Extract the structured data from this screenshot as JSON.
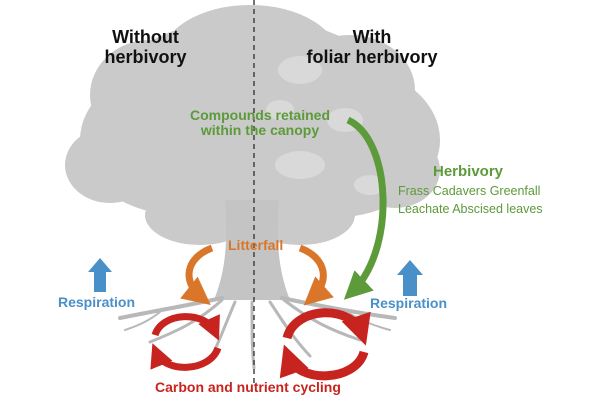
{
  "headings": {
    "left": [
      "Without",
      "herbivory"
    ],
    "right": [
      "With",
      "foliar herbivory"
    ]
  },
  "labels": {
    "retained": [
      "Compounds retained",
      "within the canopy"
    ],
    "herbivory_title": "Herbivory",
    "herbivory_items": [
      "Frass Cadavers Greenfall",
      "Leachate Abscised leaves"
    ],
    "litterfall": "Litterfall",
    "respiration_left": "Respiration",
    "respiration_right": "Respiration",
    "cycling": "Carbon and nutrient cycling"
  },
  "colors": {
    "heading": "#111111",
    "green": "#5c9a3a",
    "orange": "#d9762a",
    "blue": "#4a90c8",
    "red": "#c8241f",
    "tree": "#c9c9c9",
    "root": "#bdbdbd"
  }
}
